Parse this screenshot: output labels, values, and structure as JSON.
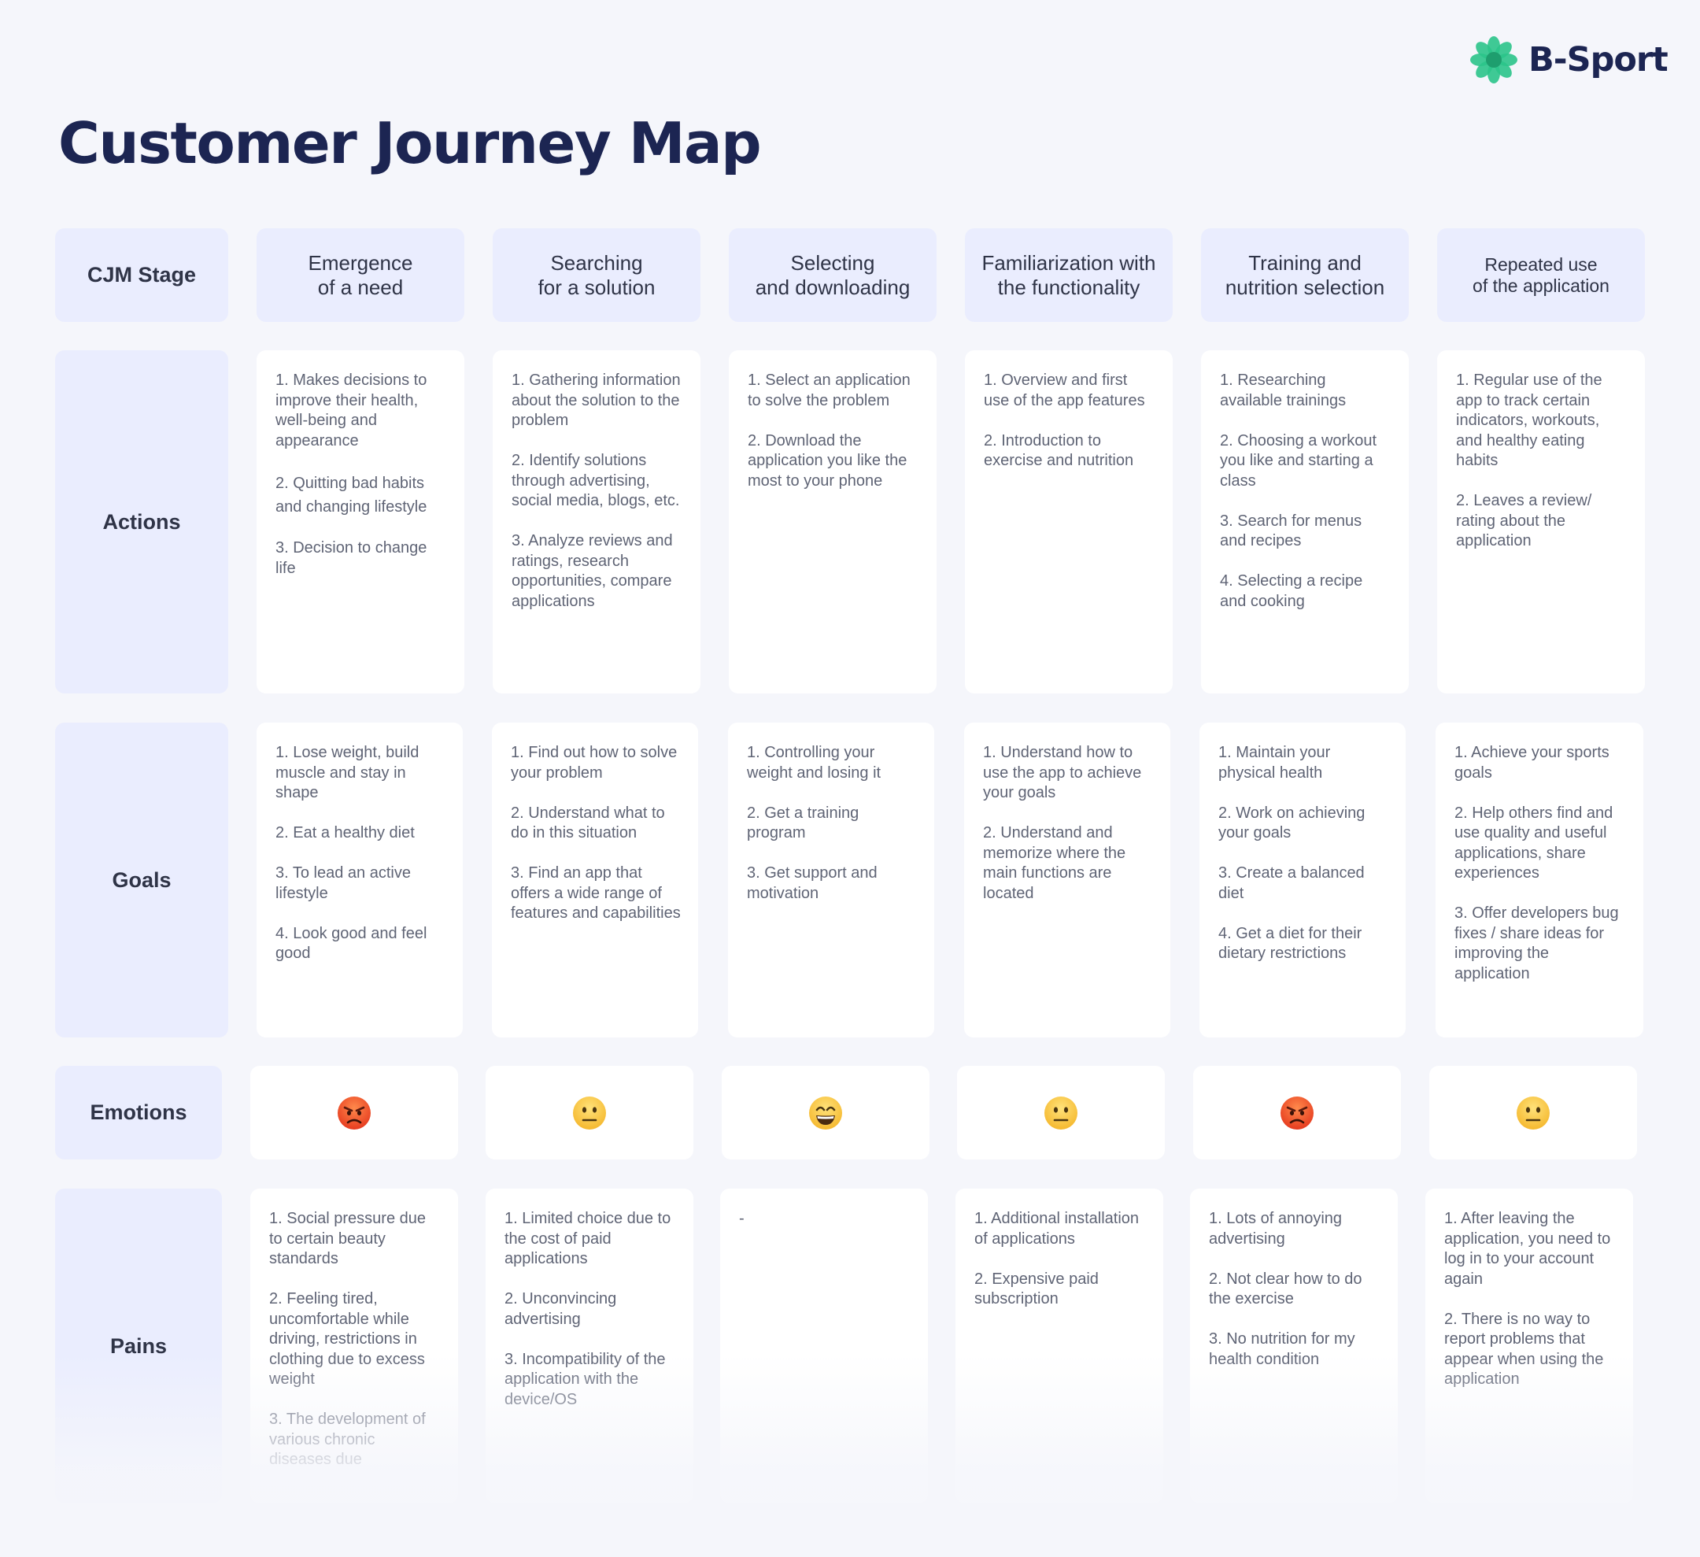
{
  "title": "Customer Journey Map",
  "brand": {
    "name": "B-Sport",
    "color": "#2bc48a"
  },
  "row_labels": {
    "stage": "CJM Stage",
    "actions": "Actions",
    "goals": "Goals",
    "emotions": "Emotions",
    "pains": "Pains"
  },
  "stages": [
    {
      "name": [
        "Emergence",
        "of a need"
      ],
      "actions": [
        "1. Makes decisions to improve their health, well-being and appearance",
        "2. Quitting bad habits and changing lifestyle",
        "3. Decision to change life"
      ],
      "goals": [
        "1. Lose weight, build muscle and stay in shape",
        "2. Eat a healthy diet",
        "3. To lead an active lifestyle",
        "4. Look good and feel good"
      ],
      "emotion": "angry",
      "pains": [
        "1. Social pressure due to certain beauty standards",
        "2. Feeling tired, uncomfortable while driving, restrictions in clothing due to excess weight",
        "3. The development of various chronic diseases due"
      ]
    },
    {
      "name": [
        "Searching",
        "for a solution"
      ],
      "actions": [
        "1. Gathering information about the solution to the problem",
        "2. Identify solutions through advertising, social media, blogs, etc.",
        "3. Analyze reviews and ratings, research opportunities, compare applications"
      ],
      "goals": [
        "1. Find out how to solve your problem",
        "2. Understand what to do in this situation",
        "3. Find an app that offers a wide range of features and capabilities"
      ],
      "emotion": "neutral",
      "pains": [
        "1. Limited choice due to the cost of paid applications",
        "2. Unconvincing advertising",
        "3. Incompatibility of the application with the device/OS"
      ]
    },
    {
      "name": [
        "Selecting",
        "and downloading"
      ],
      "actions": [
        "1. Select an application to solve the problem",
        "2. Download the application you like the most to your phone"
      ],
      "goals": [
        "1. Controlling your weight and losing it",
        "2. Get a training program",
        "3. Get support and motivation"
      ],
      "emotion": "happy",
      "pains": [
        "-"
      ]
    },
    {
      "name": [
        "Familiarization with",
        "the functionality"
      ],
      "actions": [
        "1. Overview and first use of the app features",
        "2. Introduction to exercise and nutrition"
      ],
      "goals": [
        "1. Understand how to use the app to achieve your goals",
        "2. Understand and memorize where the main functions are located"
      ],
      "emotion": "neutral",
      "pains": [
        "1. Additional installation of applications",
        "2. Expensive paid subscription"
      ]
    },
    {
      "name": [
        "Training and",
        "nutrition selection"
      ],
      "actions": [
        "1. Researching available trainings",
        "2. Choosing a workout you like and starting a class",
        "3. Search for menus and recipes",
        "4. Selecting a recipe and cooking"
      ],
      "goals": [
        "1. Maintain your physical health",
        "2. Work on achieving your goals",
        "3. Create a balanced diet",
        "4. Get a diet for their dietary restrictions"
      ],
      "emotion": "angry",
      "pains": [
        "1. Lots of annoying advertising",
        "2. Not clear how to do the exercise",
        "3. No nutrition for my health condition"
      ]
    },
    {
      "name": [
        "Repeated use",
        "of the application"
      ],
      "actions": [
        "1. Regular use of the app to track certain indicators, workouts, and healthy eating habits",
        "2. Leaves a review/ rating about the application"
      ],
      "goals": [
        "1. Achieve your sports goals",
        "2. Help others find and use quality and useful applications, share experiences",
        "3. Offer developers bug fixes / share ideas for improving the application"
      ],
      "emotion": "neutral",
      "pains": [
        "1. After leaving the application, you need to log in to your account again",
        "2. There is no way to report problems that appear when using the application"
      ]
    }
  ]
}
